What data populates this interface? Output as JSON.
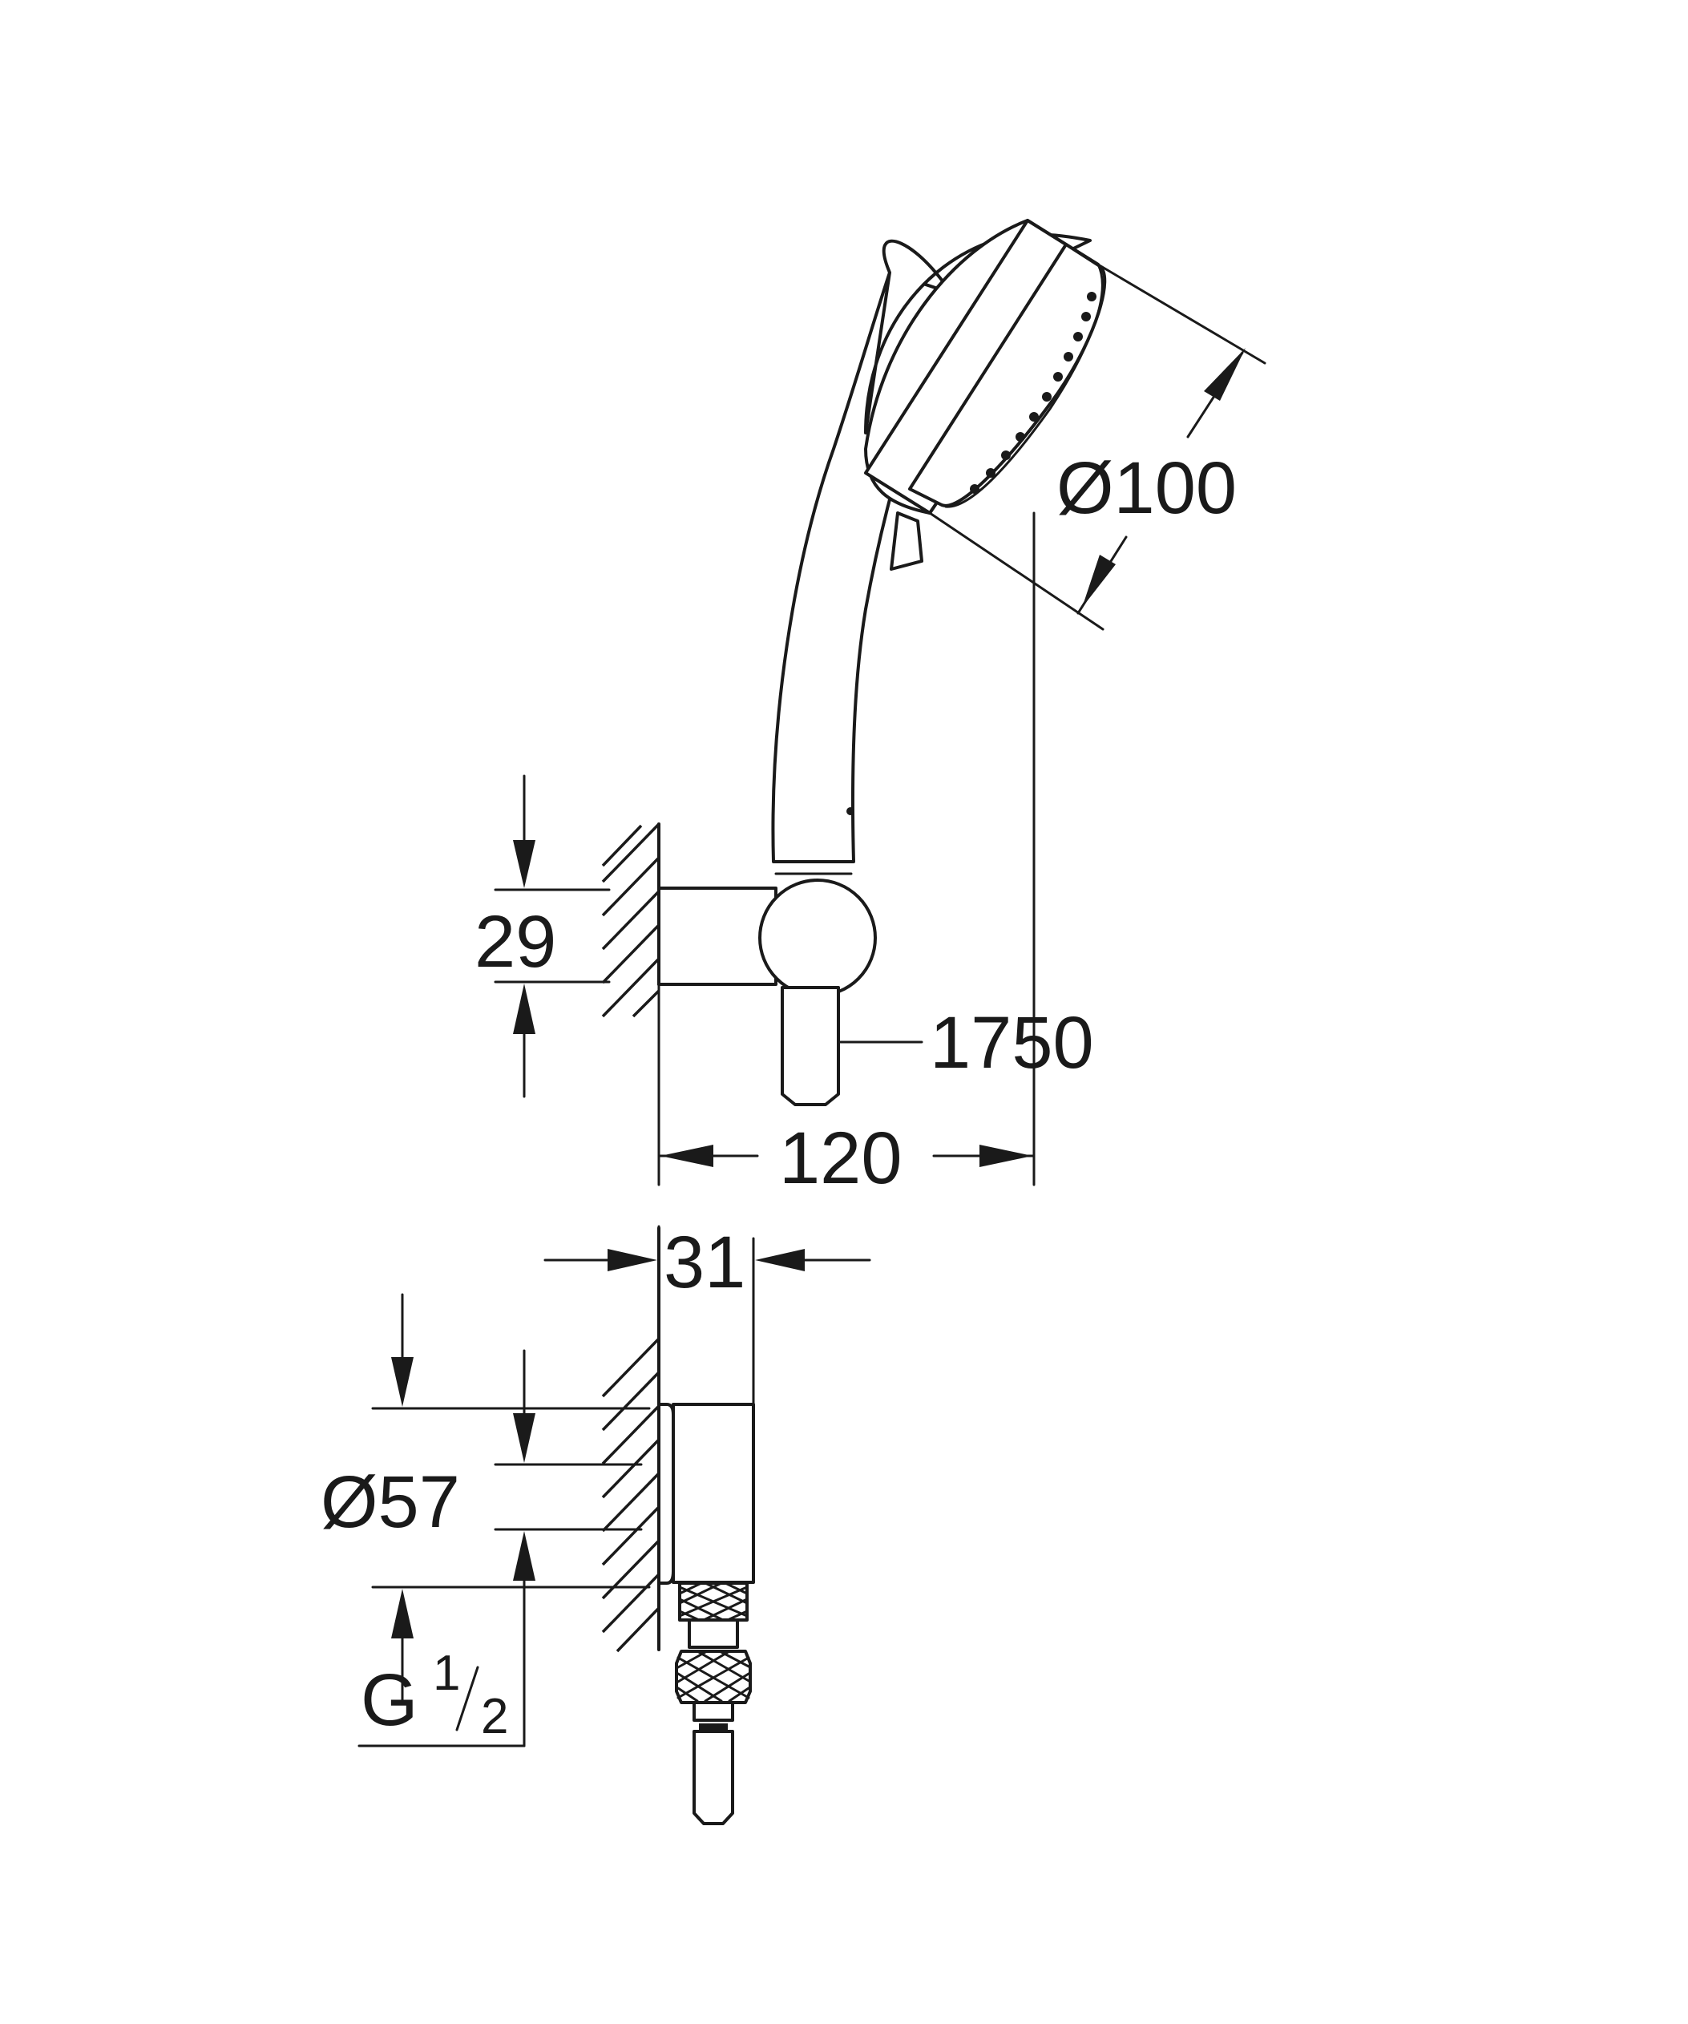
{
  "dimensions": {
    "spray_diameter": "Ø100",
    "holder_height": "29",
    "hose_length": "1750",
    "projection": "120",
    "elbow_depth": "31",
    "flange_diameter": "Ø57",
    "thread": {
      "prefix": "G",
      "numerator": "1",
      "denominator": "2"
    }
  }
}
